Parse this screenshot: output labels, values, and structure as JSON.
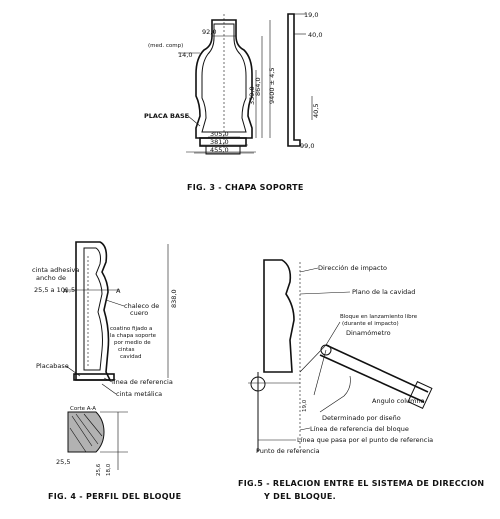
{
  "fig3": {
    "caption": "FIG. 3 - CHAPA SOPORTE",
    "dim_92": "92,0",
    "dim_med_comp": "(med. comp)",
    "dim_14": "14,0",
    "dim_359": "359,0",
    "dim_864": "864,0",
    "dim_9400": "9400 ± 4,5",
    "label_placa_base": "PLACA BASE",
    "dim_305": "305,0",
    "dim_381": "381,0",
    "dim_455": "455,0",
    "side_19": "19,0",
    "side_40": "40,0",
    "side_405": "40,5",
    "side_99": "99,0"
  },
  "fig4": {
    "caption": "FIG. 4 - PERFIL DEL BLOQUE",
    "cinta_adhesiva": "cinta adhesiva",
    "ancho_de": "ancho de",
    "range": "25,5 a 101,5",
    "marker_a_left": "A",
    "marker_a_right": "A",
    "chaleco_line1": "chaleco de",
    "chaleco_line2": "cuero",
    "costillas": [
      "coatino fijado a",
      "la chapa soporte",
      "por medio de",
      "cintas"
    ],
    "cavidad": "cavidad",
    "dim_838": "838,0",
    "placa_base": "Placabase",
    "linea_ref": "línea de referencia",
    "cinta_metalica": "cinta metálica",
    "corte": "Corte A-A",
    "dim_255": "25,5",
    "dim_256": "25,6",
    "dim_18": "18,0"
  },
  "fig5": {
    "caption_line1": "FIG.5 - RELACION ENTRE EL SISTEMA DE DIRECCION",
    "caption_line2": "Y DEL BLOQUE.",
    "direccion_impacto": "Dirección de impacto",
    "plano_cavidad": "Plano de la cavidad",
    "bloque_line1": "Bloque en lanzamiento libre",
    "bloque_line2": "(durante el impacto)",
    "dinamometro": "Dinamómetro",
    "angulo": "Angulo columna",
    "determinado": "Determinado por diseño",
    "linea_ref_bloque": "Línea de referencia del bloque",
    "dim_19": "19,0",
    "linea_pasa": "Línea que pasa por el punto de referencia",
    "punto_ref": "Punto de referencia"
  }
}
